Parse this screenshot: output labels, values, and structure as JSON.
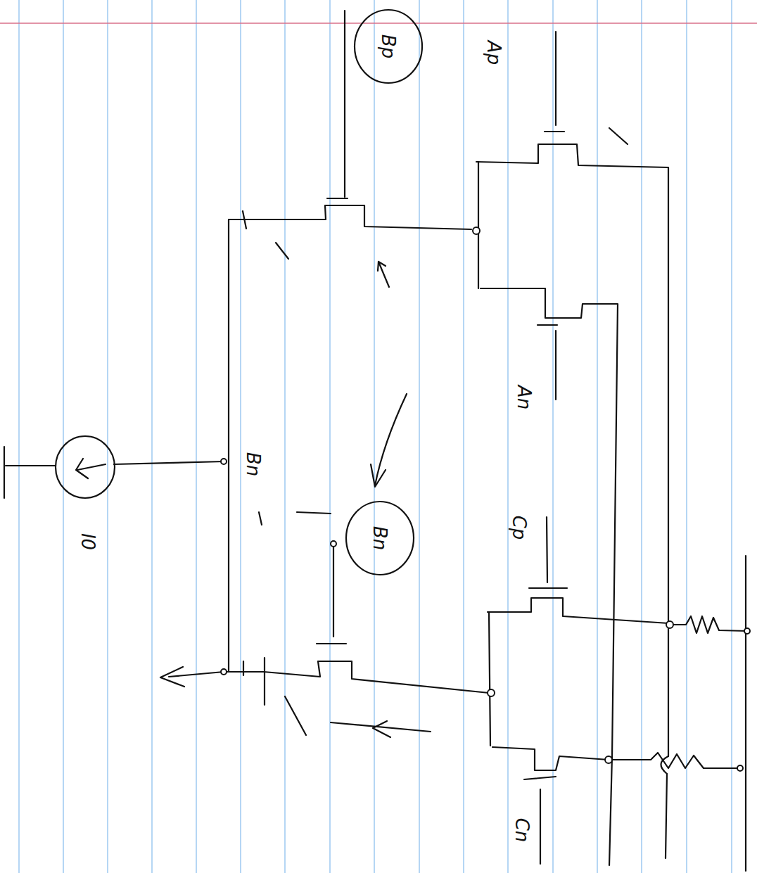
{
  "diagram": {
    "nodes": [
      {
        "text": [
          "Bp"
        ]
      },
      {
        "text": [
          "Bn"
        ]
      }
    ],
    "labels": [
      "Ap",
      "An",
      "Cp",
      "Cn",
      "Bn",
      "I0"
    ]
  }
}
